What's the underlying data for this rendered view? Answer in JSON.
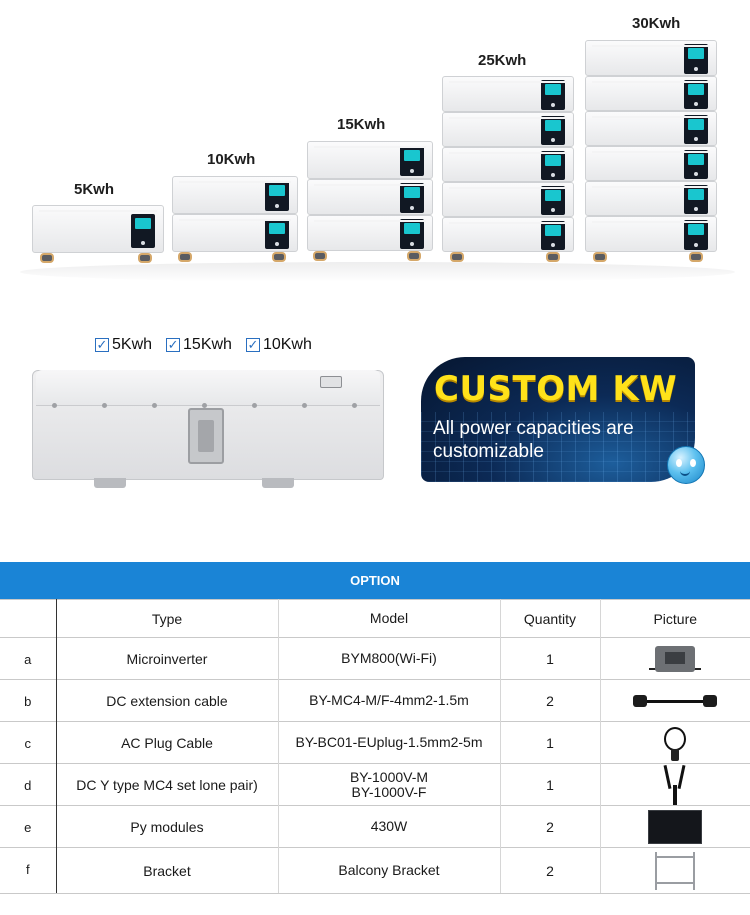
{
  "capacities": [
    "5Kwh",
    "10Kwh",
    "15Kwh",
    "25Kwh",
    "30Kwh"
  ],
  "checkboxes": [
    {
      "label": "5Kwh",
      "checked": true
    },
    {
      "label": "15Kwh",
      "checked": true
    },
    {
      "label": "10Kwh",
      "checked": true
    }
  ],
  "banner": {
    "title": "CUSTOM KW",
    "subtitle": "All power capacities are customizable"
  },
  "option": {
    "title": "OPTION",
    "headers": {
      "type": "Type",
      "model": "Model",
      "quantity": "Quantity",
      "picture": "Picture"
    },
    "rows": [
      {
        "key": "a",
        "type": "Microinverter",
        "model": "BYM800(Wi-Fi)",
        "model2": "",
        "quantity": "1",
        "picture": "microinverter-icon"
      },
      {
        "key": "b",
        "type": "DC extension cable",
        "model": "BY-MC4-M/F-4mm2-1.5m",
        "model2": "",
        "quantity": "2",
        "picture": "dc-cable-icon"
      },
      {
        "key": "c",
        "type": "AC Plug Cable",
        "model": "BY-BC01-EUplug-1.5mm2-5m",
        "model2": "",
        "quantity": "1",
        "picture": "ac-plug-icon"
      },
      {
        "key": "d",
        "type": "DC Y type MC4 set lone pair)",
        "model": "BY-1000V-M",
        "model2": "BY-1000V-F",
        "quantity": "1",
        "picture": "y-connector-icon"
      },
      {
        "key": "e",
        "type": "Py modules",
        "model": "430W",
        "model2": "",
        "quantity": "2",
        "picture": "pv-module-icon"
      },
      {
        "key": "f",
        "type": "Bracket",
        "model": "Balcony Bracket",
        "model2": "",
        "quantity": "2",
        "picture": "bracket-icon"
      }
    ]
  },
  "colors": {
    "accent": "#1a84d6",
    "banner_title": "#ffe21a",
    "display": "#19c6cf"
  }
}
